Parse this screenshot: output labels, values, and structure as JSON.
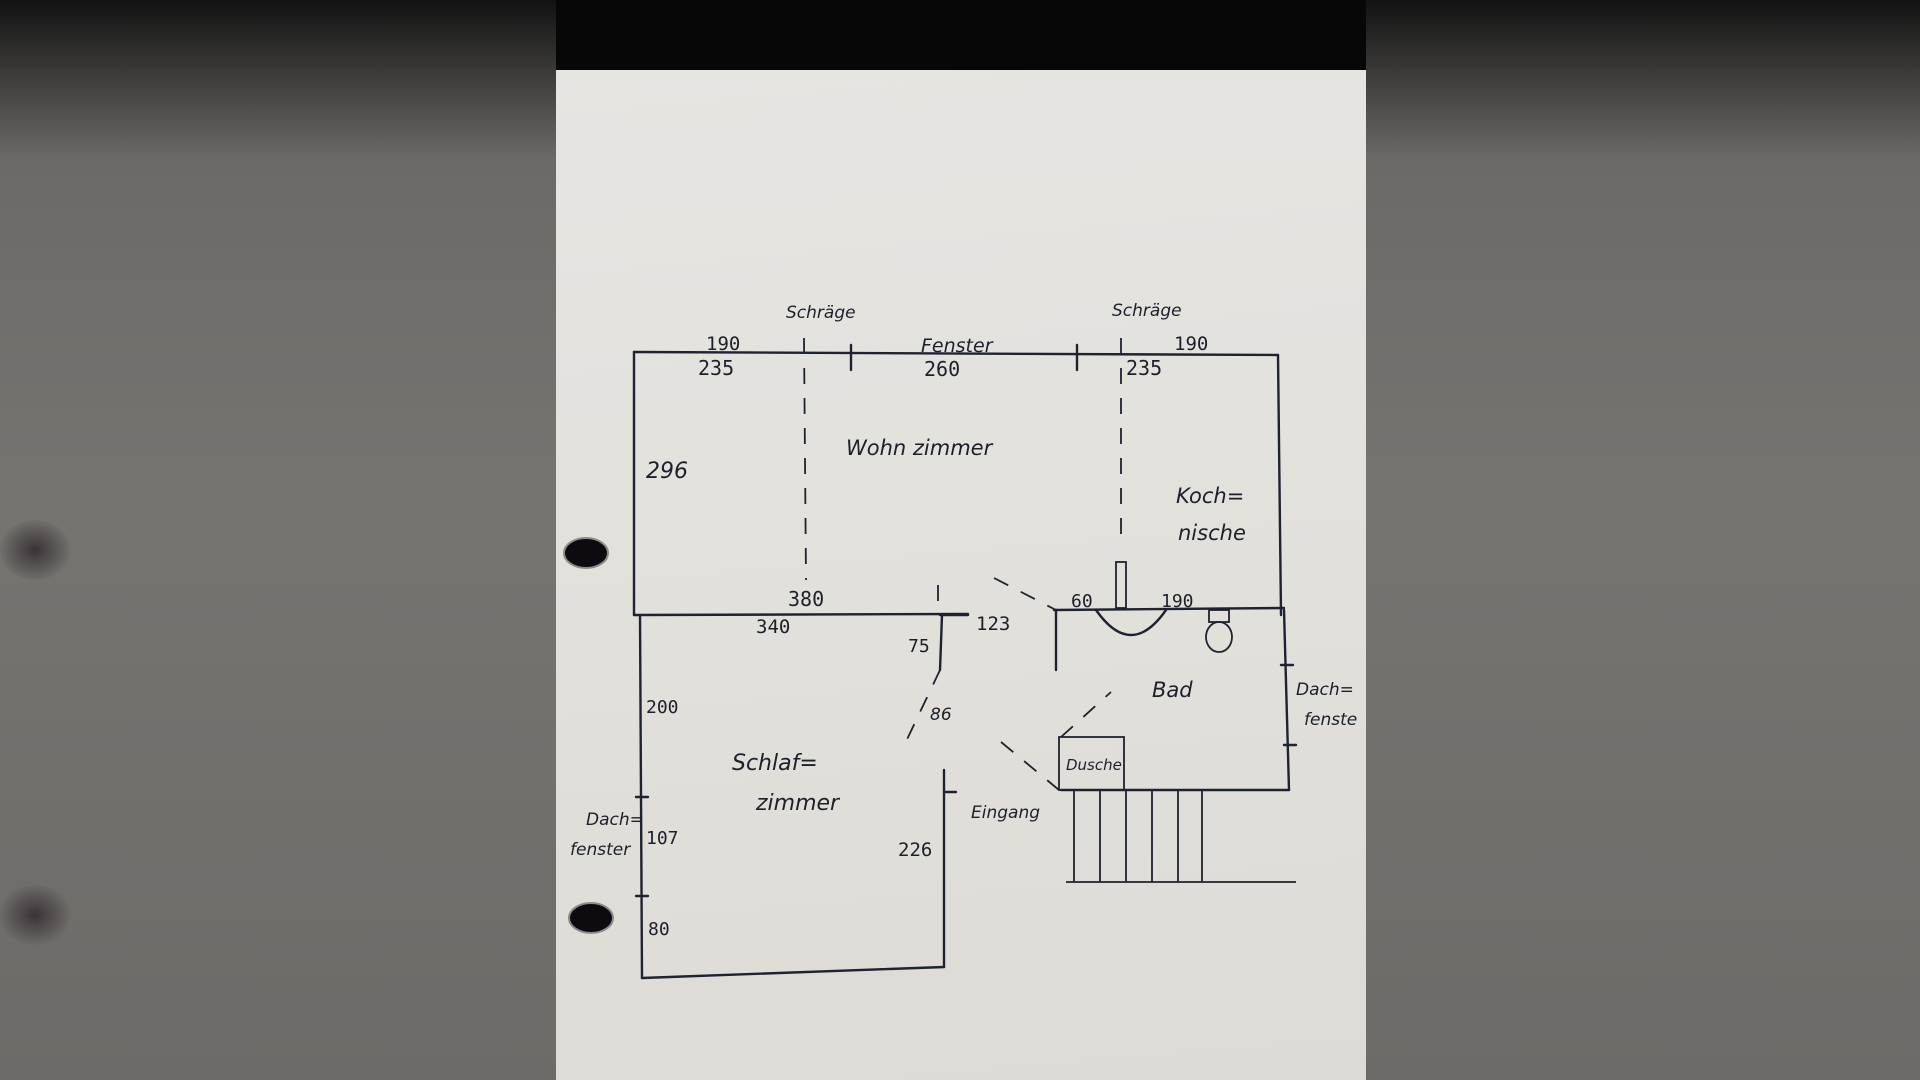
{
  "plan": {
    "rooms": {
      "living": "Wohn zimmer",
      "kitchen_line1": "Koch=",
      "kitchen_line2": "nische",
      "bath": "Bad",
      "bedroom_line1": "Schlaf=",
      "bedroom_line2": "zimmer",
      "shower": "Dusche"
    },
    "labels": {
      "slope_left": "Schräge",
      "slope_right": "Schräge",
      "window": "Fenster",
      "entrance": "Eingang",
      "roof_window_right_line1": "Dach=",
      "roof_window_right_line2": "fenste",
      "roof_window_left_line1": "Dach=",
      "roof_window_left_line2": "fenster"
    },
    "dimensions": {
      "top_left_upper": "190",
      "top_left_lower": "235",
      "top_mid": "260",
      "top_right_upper": "190",
      "top_right_lower": "235",
      "left_height": "296",
      "mid_wall_upper": "380",
      "mid_wall_lower": "340",
      "door_gap": "123",
      "bath_top_a": "60",
      "bath_top_b": "190",
      "door_75": "75",
      "door_86": "86",
      "bed_left_top": "200",
      "bed_left_window": "107",
      "bed_left_bottom": "80",
      "bed_right": "226"
    }
  }
}
